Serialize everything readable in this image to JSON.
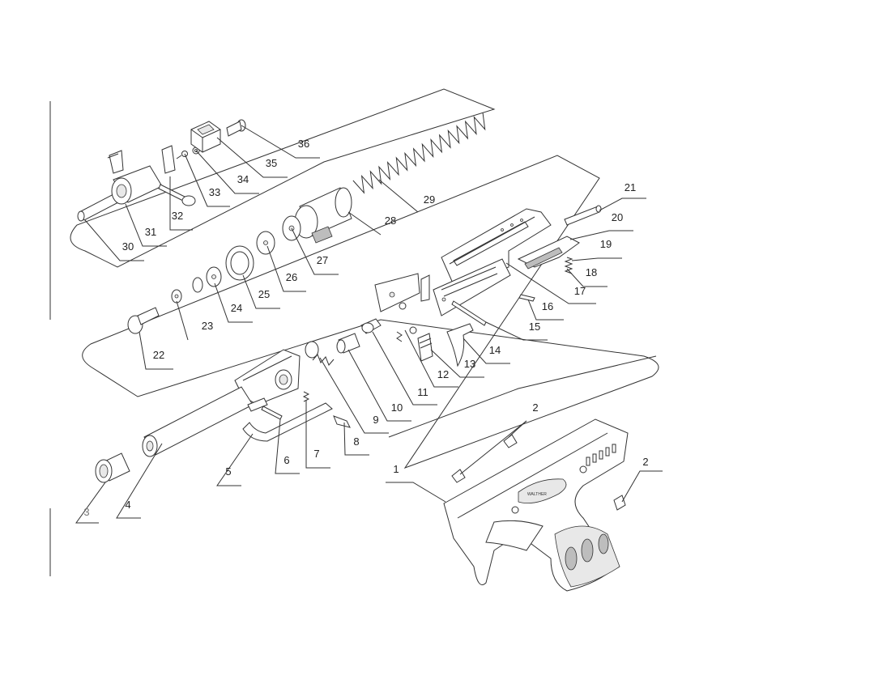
{
  "diagram": {
    "callouts": [
      {
        "id": "c36",
        "label": "36"
      },
      {
        "id": "c35",
        "label": "35"
      },
      {
        "id": "c34",
        "label": "34"
      },
      {
        "id": "c33",
        "label": "33"
      },
      {
        "id": "c32",
        "label": "32"
      },
      {
        "id": "c31",
        "label": "31"
      },
      {
        "id": "c30",
        "label": "30"
      },
      {
        "id": "c29",
        "label": "29"
      },
      {
        "id": "c28",
        "label": "28"
      },
      {
        "id": "c27",
        "label": "27"
      },
      {
        "id": "c26",
        "label": "26"
      },
      {
        "id": "c25",
        "label": "25"
      },
      {
        "id": "c24",
        "label": "24"
      },
      {
        "id": "c23",
        "label": "23"
      },
      {
        "id": "c22",
        "label": "22"
      },
      {
        "id": "c21",
        "label": "21"
      },
      {
        "id": "c20",
        "label": "20"
      },
      {
        "id": "c19",
        "label": "19"
      },
      {
        "id": "c18",
        "label": "18"
      },
      {
        "id": "c17",
        "label": "17"
      },
      {
        "id": "c16",
        "label": "16"
      },
      {
        "id": "c15",
        "label": "15"
      },
      {
        "id": "c14",
        "label": "14"
      },
      {
        "id": "c13",
        "label": "13"
      },
      {
        "id": "c12",
        "label": "12"
      },
      {
        "id": "c11",
        "label": "11"
      },
      {
        "id": "c10",
        "label": "10"
      },
      {
        "id": "c9",
        "label": "9"
      },
      {
        "id": "c8",
        "label": "8"
      },
      {
        "id": "c7",
        "label": "7"
      },
      {
        "id": "c6",
        "label": "6"
      },
      {
        "id": "c5",
        "label": "5"
      },
      {
        "id": "c4",
        "label": "4"
      },
      {
        "id": "c3",
        "label": "3"
      },
      {
        "id": "c2a",
        "label": "2"
      },
      {
        "id": "c2b",
        "label": "2"
      },
      {
        "id": "c1",
        "label": "1"
      }
    ],
    "grip_text": "WALTHER"
  }
}
